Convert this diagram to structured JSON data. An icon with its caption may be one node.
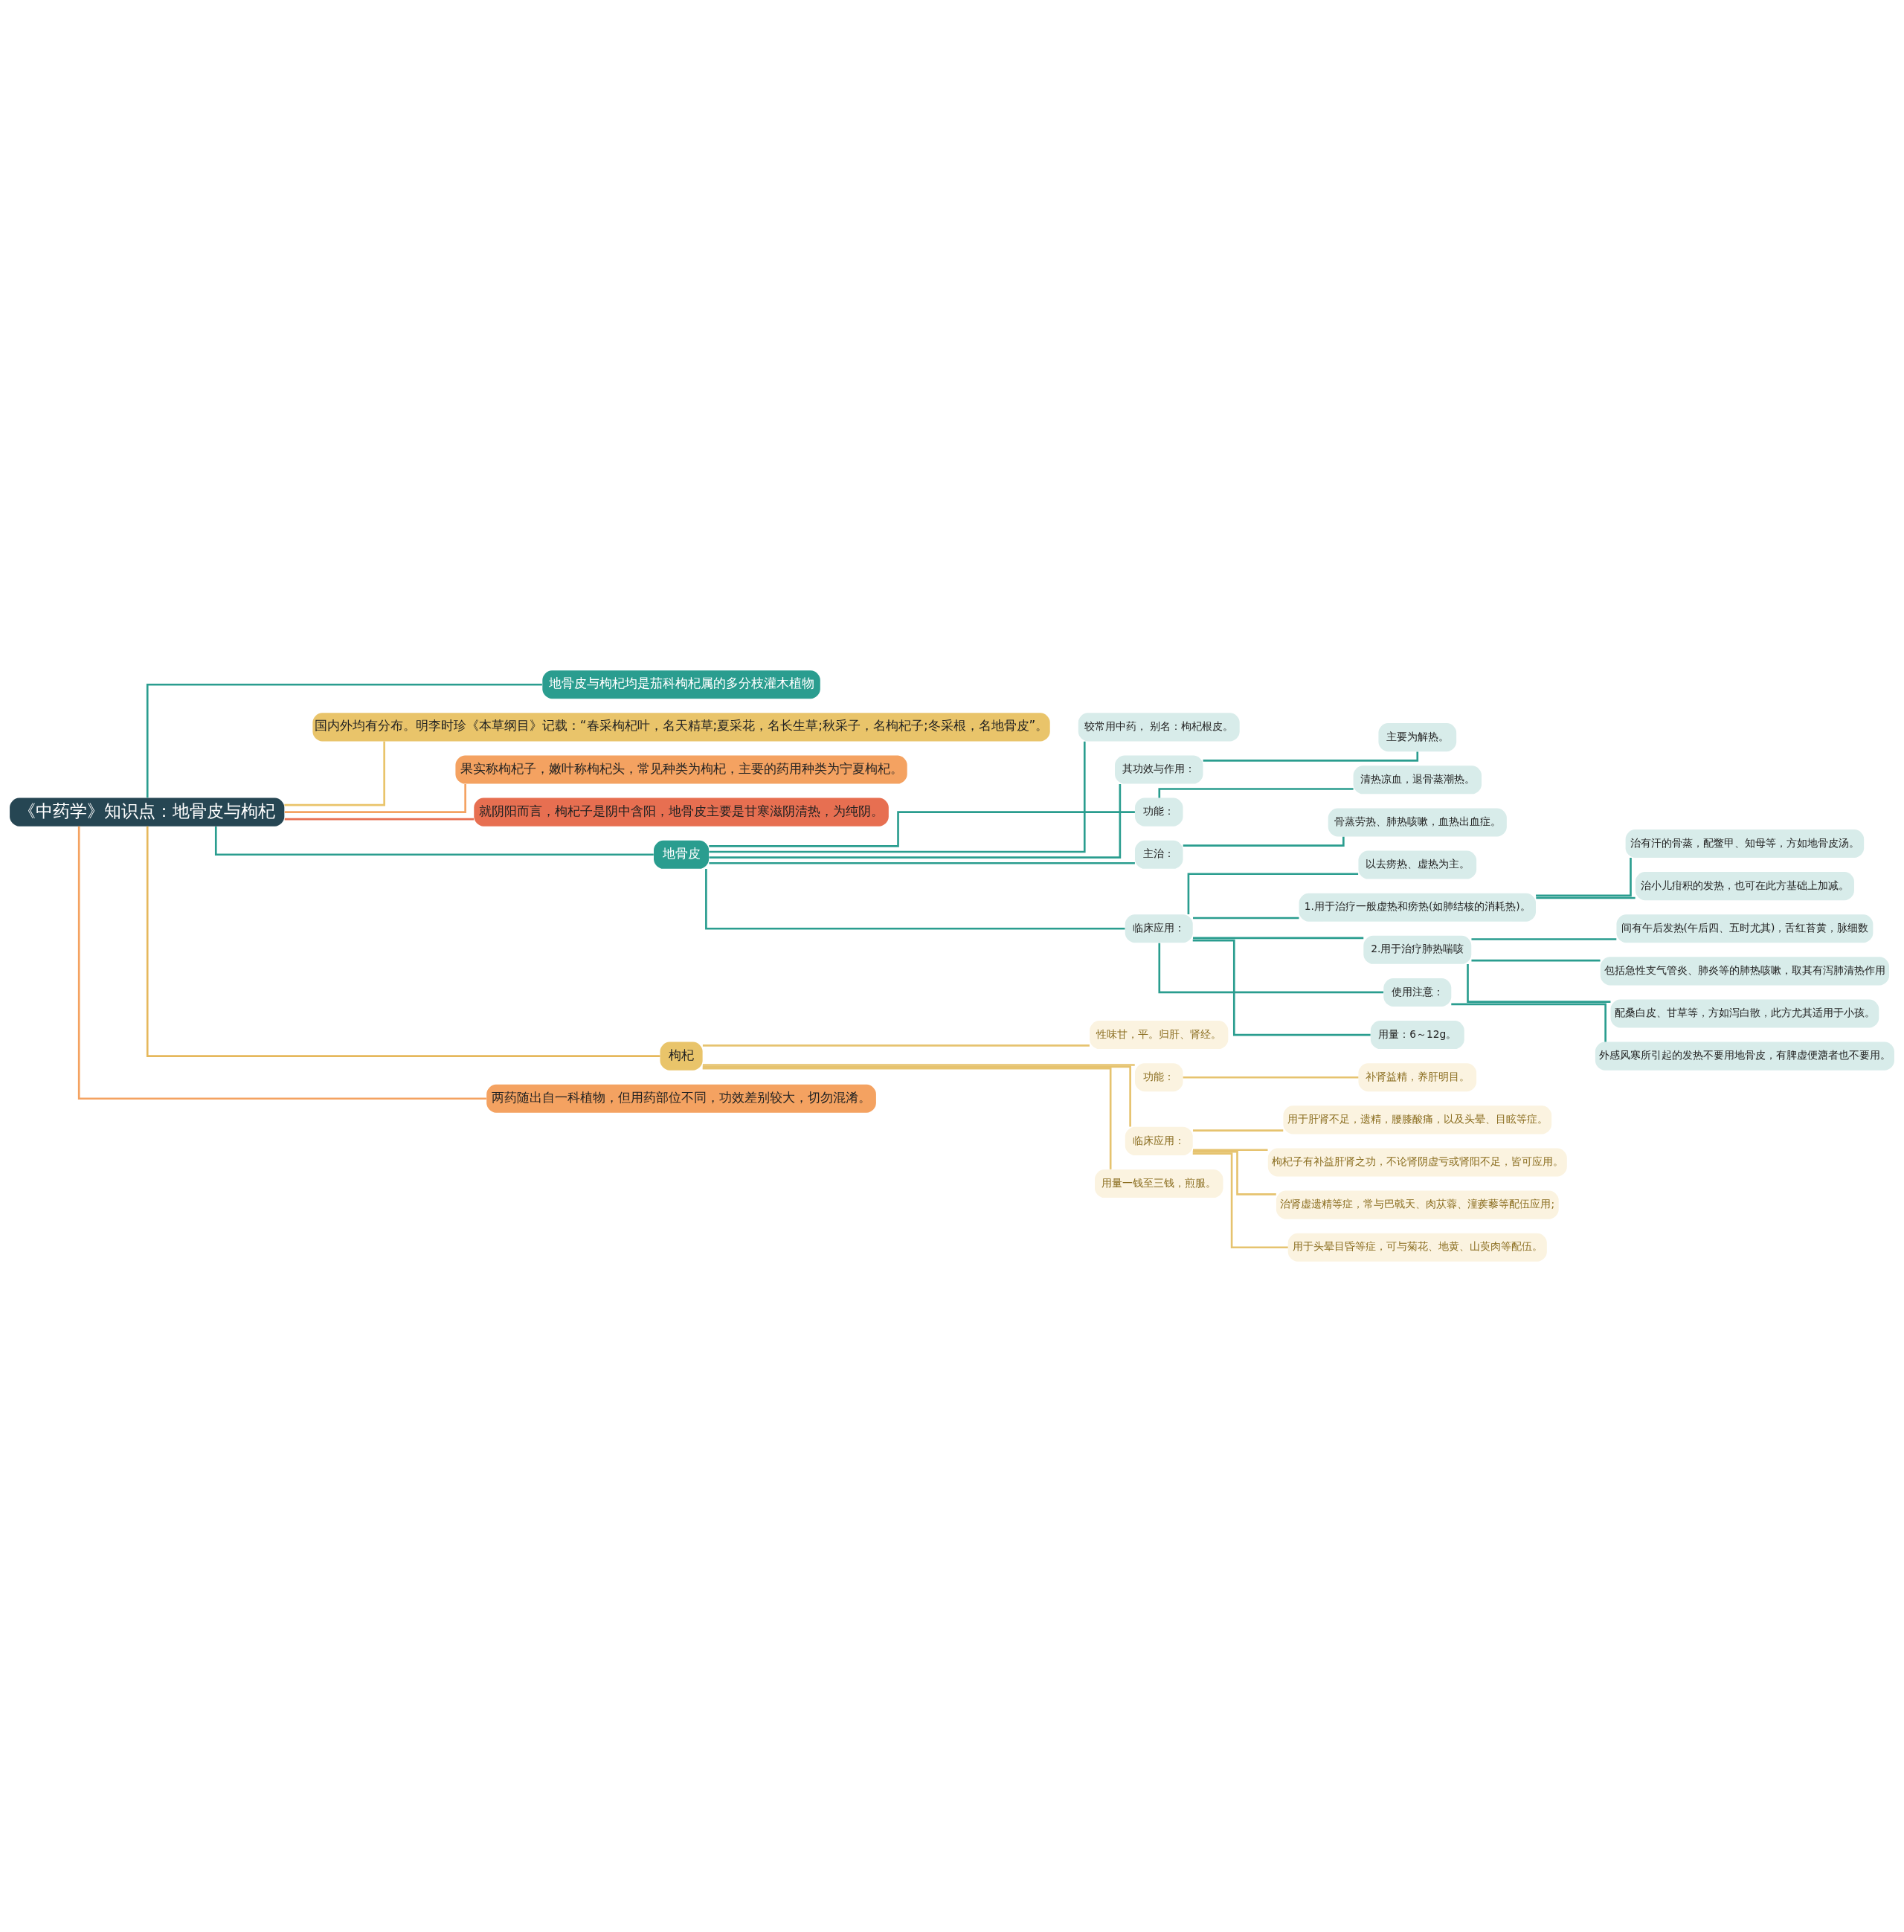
{
  "diagram": {
    "nodes": [
      {
        "text": [
          "《中药学》知识点：地骨皮与枸杞"
        ]
      },
      {
        "text": [
          "地骨皮与枸杞均是茄科枸杞属的多分枝灌木植物"
        ]
      },
      {
        "text": [
          "国内外均有分布。明李时珍《本草纲目》记载：“春采枸杞叶，名天精草;夏采花，名长生草;秋采子，名枸杞子;冬采根，名地骨皮”。"
        ]
      },
      {
        "text": [
          "果实称枸杞子，嫩叶称枸杞头，常见种类为枸杞，主要的药用种类为宁夏枸杞。"
        ]
      },
      {
        "text": [
          "就阴阳而言，枸杞子是阴中含阳，地骨皮主要是甘寒滋阴清热，为纯阴。"
        ]
      },
      {
        "text": [
          "地骨皮"
        ]
      },
      {
        "text": [
          "较常用中药， 别名：枸杞根皮。"
        ]
      },
      {
        "text": [
          "其功效与作用："
        ]
      },
      {
        "text": [
          "主要为解热。"
        ]
      },
      {
        "text": [
          "功能："
        ]
      },
      {
        "text": [
          "清热凉血，退骨蒸潮热。"
        ]
      },
      {
        "text": [
          "主治："
        ]
      },
      {
        "text": [
          "骨蒸劳热、肺热咳嗽，血热出血症。"
        ]
      },
      {
        "text": [
          "临床应用："
        ]
      },
      {
        "text": [
          "以去痨热、虚热为主。"
        ]
      },
      {
        "text": [
          "1.用于治疗一般虚热和痨热(如肺结核的消耗热)。"
        ]
      },
      {
        "text": [
          "治有汗的骨蒸，配鳖甲、知母等，方如地骨皮汤。"
        ]
      },
      {
        "text": [
          "治小儿疳积的发热，也可在此方基础上加减。"
        ]
      },
      {
        "text": [
          "2.用于治疗肺热喘咳"
        ]
      },
      {
        "text": [
          "间有午后发热(午后四、五时尤其)，舌红苔黄，脉细数"
        ]
      },
      {
        "text": [
          "包括急性支气管炎、肺炎等的肺热咳嗽，取其有泻肺清热作用"
        ]
      },
      {
        "text": [
          "配桑白皮、甘草等，方如泻白散，此方尤其适用于小孩。"
        ]
      },
      {
        "text": [
          "使用注意："
        ]
      },
      {
        "text": [
          "外感风寒所引起的发热不要用地骨皮，有脾虚便溏者也不要用。"
        ]
      },
      {
        "text": [
          "用量：6～12g。"
        ]
      },
      {
        "text": [
          "枸杞"
        ]
      },
      {
        "text": [
          "性味甘，平。归肝、肾经。"
        ]
      },
      {
        "text": [
          "功能："
        ]
      },
      {
        "text": [
          "补肾益精，养肝明目。"
        ]
      },
      {
        "text": [
          "临床应用："
        ]
      },
      {
        "text": [
          "用于肝肾不足，遗精，腰膝酸痛，以及头晕、目眩等症。"
        ]
      },
      {
        "text": [
          "枸杞子有补益肝肾之功，不论肾阴虚亏或肾阳不足，皆可应用。"
        ]
      },
      {
        "text": [
          "治肾虚遗精等症，常与巴戟天、肉苁蓉、潼蒺藜等配伍应用;"
        ]
      },
      {
        "text": [
          "用于头晕目昏等症，可与菊花、地黄、山萸肉等配伍。"
        ]
      },
      {
        "text": [
          "用量一钱至三钱，煎服。"
        ]
      },
      {
        "text": [
          "两药随出自一科植物，但用药部位不同，功效差别较大，切勿混淆。"
        ]
      }
    ],
    "edges": [
      {
        "from": 0,
        "to": 1,
        "arrow": "none"
      },
      {
        "from": 0,
        "to": 2,
        "arrow": "none",
        "color": "#e9c46a"
      },
      {
        "from": 0,
        "to": 3,
        "arrow": "none",
        "color": "#f4a261"
      },
      {
        "from": 0,
        "to": 4,
        "arrow": "none",
        "color": "#e76f51"
      },
      {
        "from": 0,
        "to": 5,
        "arrow": "none"
      },
      {
        "from": 5,
        "to": 6,
        "arrow": "none"
      },
      {
        "from": 5,
        "to": 7,
        "arrow": "none"
      },
      {
        "from": 7,
        "to": 8,
        "arrow": "none"
      },
      {
        "from": 5,
        "to": 9,
        "arrow": "none"
      },
      {
        "from": 9,
        "to": 10,
        "arrow": "none"
      },
      {
        "from": 5,
        "to": 11,
        "arrow": "none"
      },
      {
        "from": 11,
        "to": 12,
        "arrow": "none"
      },
      {
        "from": 5,
        "to": 13,
        "arrow": "none"
      },
      {
        "from": 13,
        "to": 14,
        "arrow": "none"
      },
      {
        "from": 13,
        "to": 15,
        "arrow": "none"
      },
      {
        "from": 15,
        "to": 16,
        "arrow": "none"
      },
      {
        "from": 15,
        "to": 17,
        "arrow": "none"
      },
      {
        "from": 13,
        "to": 18,
        "arrow": "none"
      },
      {
        "from": 18,
        "to": 19,
        "arrow": "none"
      },
      {
        "from": 18,
        "to": 20,
        "arrow": "none"
      },
      {
        "from": 18,
        "to": 21,
        "arrow": "none"
      },
      {
        "from": 13,
        "to": 22,
        "arrow": "none"
      },
      {
        "from": 22,
        "to": 23,
        "arrow": "none"
      },
      {
        "from": 13,
        "to": 24,
        "arrow": "none"
      },
      {
        "from": 0,
        "to": 25,
        "arrow": "none",
        "color": "#e6b85c"
      },
      {
        "from": 25,
        "to": 26,
        "arrow": "none",
        "color": "#e6c36f"
      },
      {
        "from": 25,
        "to": 27,
        "arrow": "none",
        "color": "#e6c36f"
      },
      {
        "from": 27,
        "to": 28,
        "arrow": "none",
        "color": "#e6c36f"
      },
      {
        "from": 25,
        "to": 29,
        "arrow": "none",
        "color": "#e6c36f"
      },
      {
        "from": 29,
        "to": 30,
        "arrow": "none",
        "color": "#e6c36f"
      },
      {
        "from": 29,
        "to": 31,
        "arrow": "none",
        "color": "#e6c36f"
      },
      {
        "from": 29,
        "to": 32,
        "arrow": "none",
        "color": "#e6c36f"
      },
      {
        "from": 29,
        "to": 33,
        "arrow": "none",
        "color": "#e6c36f"
      },
      {
        "from": 25,
        "to": 34,
        "arrow": "none",
        "color": "#e6c36f"
      },
      {
        "from": 0,
        "to": 35,
        "arrow": "none",
        "color": "#f4a261"
      }
    ]
  }
}
